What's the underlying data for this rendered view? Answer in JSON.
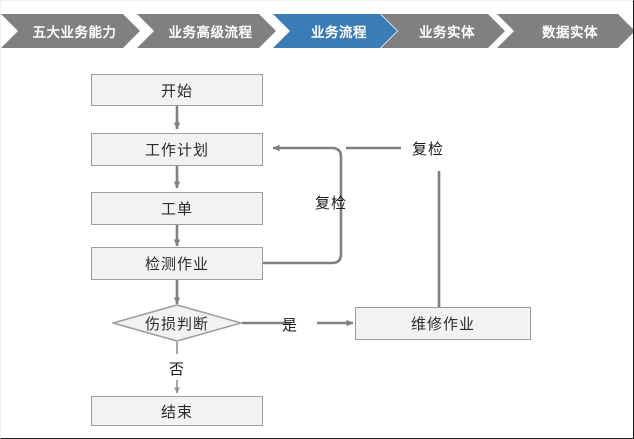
{
  "breadcrumb": {
    "items": [
      {
        "label": "五大业务能力",
        "state": "inactive",
        "color": "#808080"
      },
      {
        "label": "业务高级流程",
        "state": "inactive",
        "color": "#808080"
      },
      {
        "label": "业务流程",
        "state": "active",
        "color": "#3a7cb8"
      },
      {
        "label": "业务实体",
        "state": "inactive",
        "color": "#808080"
      },
      {
        "label": "数据实体",
        "state": "inactive",
        "color": "#808080"
      }
    ]
  },
  "flowchart": {
    "nodes": {
      "start": {
        "label": "开始"
      },
      "work_plan": {
        "label": "工作计划"
      },
      "work_order": {
        "label": "工单"
      },
      "inspection": {
        "label": "检测作业"
      },
      "decision": {
        "label": "伤损判断"
      },
      "repair": {
        "label": "维修作业"
      },
      "end": {
        "label": "结束"
      }
    },
    "edge_labels": {
      "recheck_inner": "复检",
      "recheck_outer": "复检",
      "yes": "是",
      "no": "否"
    }
  },
  "colors": {
    "node_fill": "#f2f2f2",
    "node_border": "#9e9e9e",
    "connector": "#808080",
    "accent_blue": "#3a7cb8",
    "chevron_gray": "#808080",
    "text": "#2b2b2b"
  }
}
